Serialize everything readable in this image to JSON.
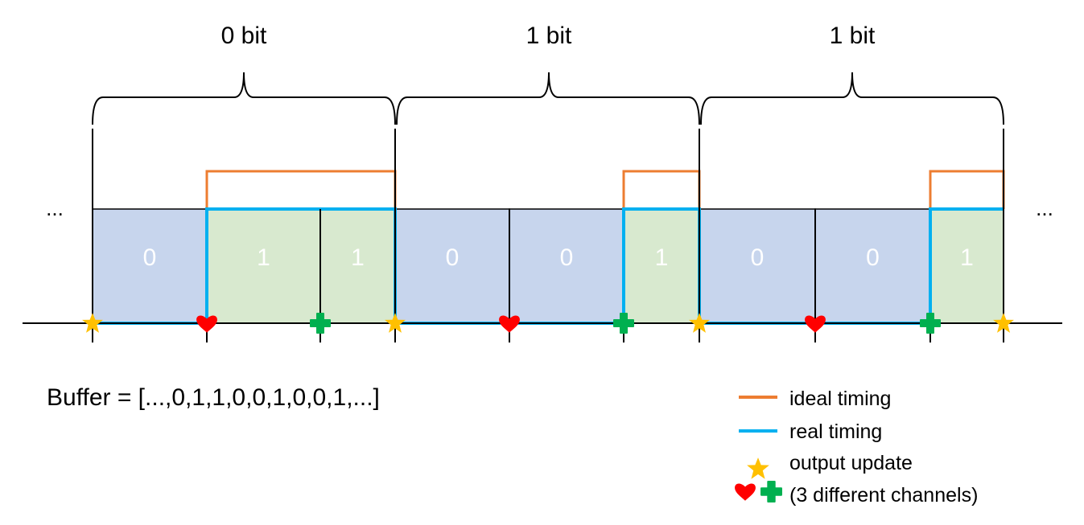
{
  "bit_labels": [
    "0 bit",
    "1 bit",
    "1 bit"
  ],
  "cells": [
    {
      "value": "0",
      "kind": "zero"
    },
    {
      "value": "1",
      "kind": "one"
    },
    {
      "value": "1",
      "kind": "one"
    },
    {
      "value": "0",
      "kind": "zero"
    },
    {
      "value": "0",
      "kind": "zero"
    },
    {
      "value": "1",
      "kind": "one"
    },
    {
      "value": "0",
      "kind": "zero"
    },
    {
      "value": "0",
      "kind": "zero"
    },
    {
      "value": "1",
      "kind": "one"
    }
  ],
  "ellipsis_left": "...",
  "ellipsis_right": "...",
  "buffer_text": "Buffer = [...,0,1,1,0,0,1,0,0,1,...]",
  "legend": {
    "ideal": "ideal timing",
    "real": "real timing",
    "output": "output update",
    "channels": "(3 different channels)"
  },
  "colors": {
    "zero_fill": "#c7d5ed",
    "one_fill": "#d8e9cf",
    "ideal_line": "#ed7d31",
    "real_line": "#00b0f0",
    "star": "#ffc000",
    "heart": "#ff0000",
    "cross": "#00b050",
    "axis": "#000000"
  },
  "icons": {
    "output_update": "star-icon",
    "channel_a": "heart-icon",
    "channel_b": "cross-icon"
  }
}
